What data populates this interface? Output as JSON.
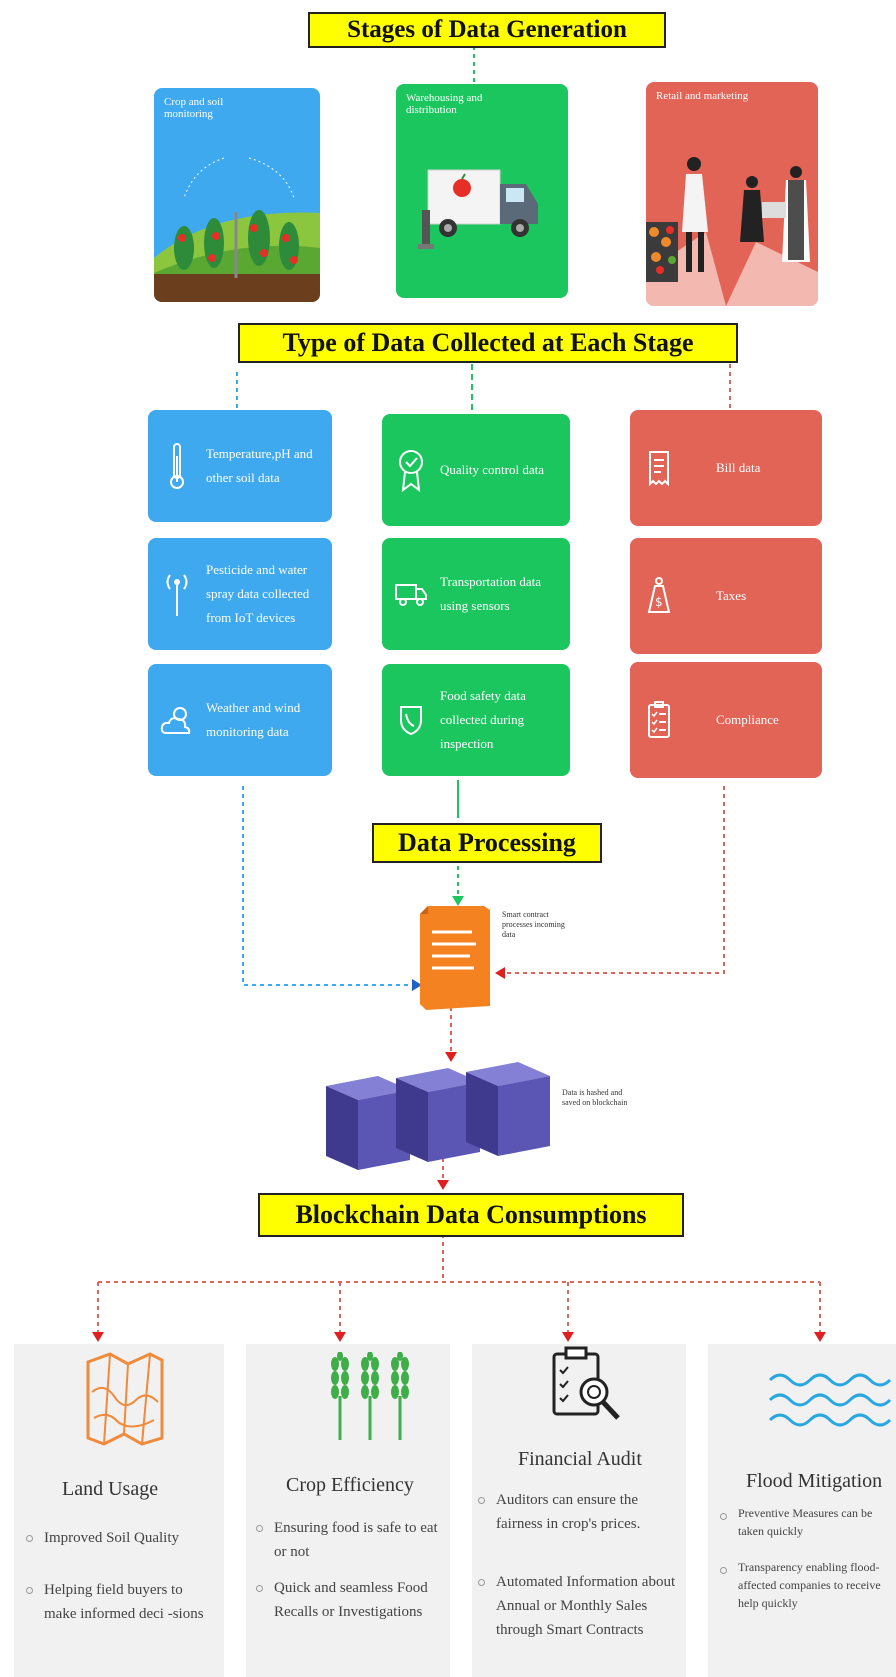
{
  "headers": {
    "stages": "Stages of Data Generation",
    "types": "Type of Data Collected at Each Stage",
    "processing": "Data Processing",
    "consumption": "Blockchain Data Consumptions"
  },
  "stages": [
    {
      "label": "Crop and soil monitoring",
      "color": "#3fa9f0"
    },
    {
      "label": "Warehousing and distribution",
      "color": "#1cc65f"
    },
    {
      "label": "Retail and marketing",
      "color": "#e26456"
    }
  ],
  "data_cards": {
    "crop": [
      {
        "text": "Temperature,pH and other soil data",
        "icon": "thermometer-icon"
      },
      {
        "text": "Pesticide and water spray data collected from IoT devices",
        "icon": "antenna-icon"
      },
      {
        "text": "Weather and wind monitoring data",
        "icon": "weather-icon"
      }
    ],
    "warehouse": [
      {
        "text": "Quality control data",
        "icon": "badge-icon"
      },
      {
        "text": "Transportation data using sensors",
        "icon": "truck-icon"
      },
      {
        "text": "Food safety data collected during inspection",
        "icon": "shield-icon"
      }
    ],
    "retail": [
      {
        "text": "Bill data",
        "icon": "receipt-icon"
      },
      {
        "text": "Taxes",
        "icon": "tax-tag-icon"
      },
      {
        "text": "Compliance",
        "icon": "checklist-icon"
      }
    ]
  },
  "processing": {
    "contract_note": "Smart contract processes incoming data",
    "blockchain_note": "Data is hashed and saved on blockchain"
  },
  "consumptions": [
    {
      "title": "Land Usage",
      "icon": "map-icon",
      "bullets": [
        "Improved Soil Quality",
        "Helping field buyers to make informed deci -sions"
      ]
    },
    {
      "title": "Crop Efficiency",
      "icon": "wheat-icon",
      "bullets": [
        "Ensuring food is safe to eat or not",
        "Quick and seamless Food Recalls or Investigations"
      ]
    },
    {
      "title": "Financial Audit",
      "icon": "audit-clipboard-icon",
      "bullets": [
        "Auditors can ensure the fairness in crop's prices.",
        "Automated Information about Annual or Monthly Sales through Smart Contracts"
      ]
    },
    {
      "title": "Flood Mitigation",
      "icon": "waves-icon",
      "bullets": [
        "Preventive Measures can be taken quickly",
        "Transparency enabling flood-affected companies to receive help quickly"
      ]
    }
  ],
  "colors": {
    "banner": "#ffff00",
    "blue": "#3fa9f0",
    "green": "#1cc65f",
    "red": "#e26456",
    "document": "#f58220",
    "cube": "#5b56b4"
  }
}
